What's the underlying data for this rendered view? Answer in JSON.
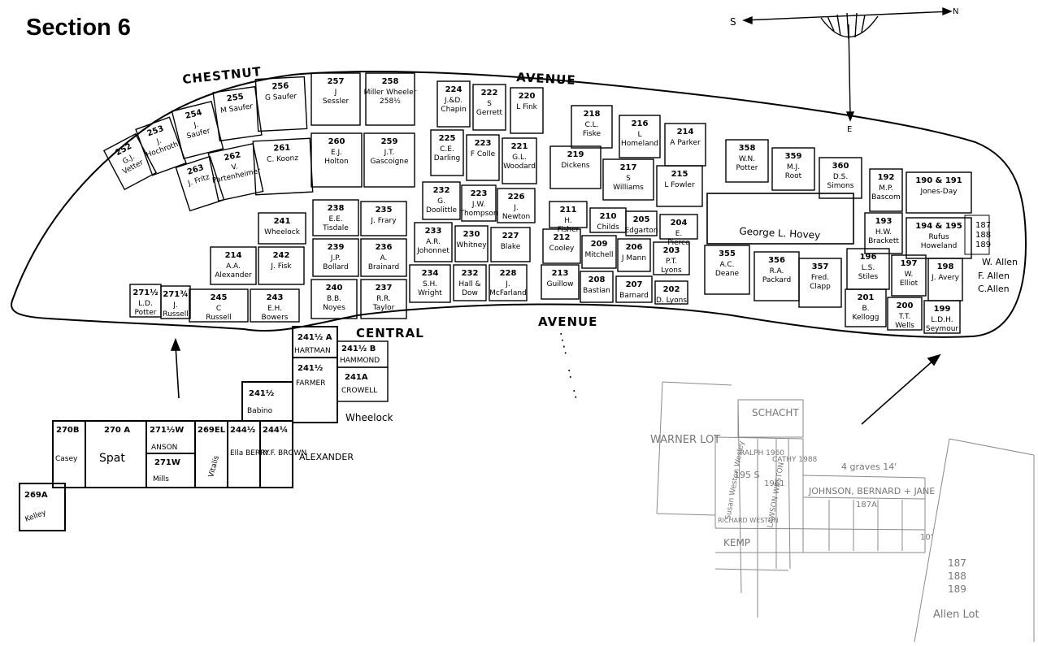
{
  "title": "Section 6",
  "streets": {
    "chestnut": "CHESTNUT",
    "avenue_top": "AVENUE",
    "central": "CENTRAL",
    "avenue_bottom": "AVENUE"
  },
  "compass": {
    "south": "S",
    "north": "N",
    "east": "E"
  },
  "lots": [
    {
      "num": "224",
      "name": "J.&D. Chapin"
    },
    {
      "num": "222",
      "name": "S Gerrett"
    },
    {
      "num": "220",
      "name": "L Fink"
    },
    {
      "num": "218",
      "name": "C.L. Fiske"
    },
    {
      "num": "216",
      "name": "L Homeland"
    },
    {
      "num": "214",
      "name": "A Parker"
    },
    {
      "num": "225",
      "name": "C.E. Darling"
    },
    {
      "num": "223",
      "name": "F Colle"
    },
    {
      "num": "221",
      "name": "G.L. Woodard"
    },
    {
      "num": "219",
      "name": "Dickens"
    },
    {
      "num": "217",
      "name": "S Williams"
    },
    {
      "num": "215",
      "name": "L Fowler"
    },
    {
      "num": "232",
      "name": "G. Doolittle"
    },
    {
      "num": "223",
      "name": "J.W. Thompson"
    },
    {
      "num": "226",
      "name": "J. Newton"
    },
    {
      "num": "211",
      "name": "H. Fisher"
    },
    {
      "num": "210",
      "name": "Childs"
    },
    {
      "num": "205",
      "name": "Edgarton"
    },
    {
      "num": "204",
      "name": "E. Pierce"
    },
    {
      "num": "233",
      "name": "A.R. Johonnet"
    },
    {
      "num": "230",
      "name": "Whitney"
    },
    {
      "num": "227",
      "name": "Blake"
    },
    {
      "num": "212",
      "name": "Cooley"
    },
    {
      "num": "209",
      "name": "Mitchell"
    },
    {
      "num": "206",
      "name": "J Mann"
    },
    {
      "num": "203",
      "name": "P.T. Lyons"
    },
    {
      "num": "234",
      "name": "S.H. Wright"
    },
    {
      "num": "232",
      "name": "Hall & Dow"
    },
    {
      "num": "228",
      "name": "J. McFarland"
    },
    {
      "num": "213",
      "name": "Guillow"
    },
    {
      "num": "208",
      "name": "Bastian"
    },
    {
      "num": "207",
      "name": "Barnard"
    },
    {
      "num": "202",
      "name": "D. Lyons"
    },
    {
      "num": "358",
      "name": "W.N. Potter"
    },
    {
      "num": "359",
      "name": "M.J. Root"
    },
    {
      "num": "360",
      "name": "D.S. Simons"
    },
    {
      "num": "192",
      "name": "M.P. Bascom"
    },
    {
      "num": "190 & 191",
      "name": "Jones-Day"
    },
    {
      "num": "193",
      "name": "H.W. Brackett"
    },
    {
      "num": "194 & 195",
      "name": "Rufus Howeland"
    },
    {
      "num": "196",
      "name": "L.S. Stiles"
    },
    {
      "num": "197",
      "name": "W. Elliot"
    },
    {
      "num": "198",
      "name": "J. Avery"
    },
    {
      "num": "355",
      "name": "A.C. Deane"
    },
    {
      "num": "356",
      "name": "R.A. Packard"
    },
    {
      "num": "357",
      "name": "Fred. Clapp"
    },
    {
      "num": "201",
      "name": "B. Kellogg"
    },
    {
      "num": "200",
      "name": "T.T. Wells"
    },
    {
      "num": "199",
      "name": "L.D.H. Seymour"
    },
    {
      "num": "257",
      "name": "J Sessler"
    },
    {
      "num": "258",
      "name": "Miller Wheeler 258½"
    },
    {
      "num": "256",
      "name": "G Saufer"
    },
    {
      "num": "255",
      "name": "M Saufer"
    },
    {
      "num": "254",
      "name": "J. Saufer"
    },
    {
      "num": "253",
      "name": "J. Hochroth"
    },
    {
      "num": "252",
      "name": "G.J. Vetter"
    },
    {
      "num": "261",
      "name": "C. Koonz"
    },
    {
      "num": "260",
      "name": "E.J. Holton"
    },
    {
      "num": "259",
      "name": "J.T. Gascoigne"
    },
    {
      "num": "262",
      "name": "V. Partenheimer"
    },
    {
      "num": "263",
      "name": "J. Fritz"
    },
    {
      "num": "238",
      "name": "E.E. Tisdale"
    },
    {
      "num": "235",
      "name": "J. Frary"
    },
    {
      "num": "241",
      "name": "Wheelock"
    },
    {
      "num": "239",
      "name": "J.P. Bollard"
    },
    {
      "num": "236",
      "name": "A. Brainard"
    },
    {
      "num": "214",
      "name": "A.A. Alexander"
    },
    {
      "num": "242",
      "name": "J. Fisk"
    },
    {
      "num": "240",
      "name": "B.B. Noyes"
    },
    {
      "num": "237",
      "name": "R.R. Taylor"
    },
    {
      "num": "245",
      "name": "C Russell"
    },
    {
      "num": "243",
      "name": "E.H. Bowers"
    },
    {
      "num": "271½",
      "name": "L.D. Potter"
    },
    {
      "num": "271¾",
      "name": "J. Russell"
    }
  ],
  "hovey": "George L. Hovey",
  "side_names": {
    "w_allen": "W. Allen",
    "f_allen": "F. Allen",
    "c_allen": "C.Allen",
    "side_lots": [
      "187",
      "188",
      "189"
    ]
  },
  "detail_left": {
    "cells": [
      {
        "num": "270B",
        "name": "Casey"
      },
      {
        "num": "270 A",
        "name": "Spat"
      },
      {
        "num": "271½W",
        "name": "ANSON"
      },
      {
        "num": "271W",
        "name": "Mills"
      },
      {
        "num": "269EL",
        "name": "Vitalis"
      },
      {
        "num": "244½",
        "name": "Ella BERRY"
      },
      {
        "num": "244¼",
        "name": "N.F. BROWN"
      },
      {
        "num": "269A",
        "name": "Kelley"
      },
      {
        "num": "241½",
        "name": "Babino"
      },
      {
        "num": "241½",
        "name": "FARMER"
      },
      {
        "num": "241½ A",
        "name": "HARTMAN"
      },
      {
        "num": "241½ B",
        "name": "HAMMOND"
      },
      {
        "num": "241A",
        "name": "CROWELL"
      }
    ],
    "alexander": "ALEXANDER",
    "wheelock": "Wheelock"
  },
  "detail_right": {
    "schacht": "SCHACHT",
    "warner": "WARNER LOT",
    "ralph": "RALPH 1960",
    "cathy": "CATHY 1988",
    "graves": "4 graves 14'",
    "lot_195": "195 S",
    "susan": "Susan Weston Wesley",
    "year_1961": "1961",
    "lawson": "LAWSON WESTON",
    "richard": "RICHARD WESTON",
    "kemp": "KEMP",
    "johnson": "JOHNSON, BERNARD + JANE",
    "lot_187a": "187A",
    "ten_ft": "10'",
    "allen_nums": [
      "187",
      "188",
      "189"
    ],
    "allen_lot": "Allen Lot"
  }
}
